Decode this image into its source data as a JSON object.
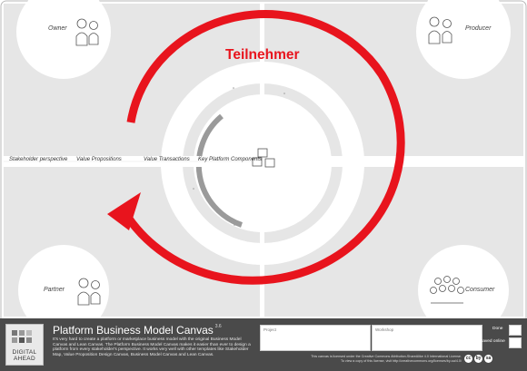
{
  "canvas": {
    "corners": {
      "owner": "Owner",
      "producer": "Producer",
      "partner": "Partner",
      "consumer": "Consumer"
    },
    "axis_labels": {
      "stakeholder_perspective": "Stakeholder perspective",
      "value_propositions": "Value Propositions",
      "value_transactions": "Value Transactions",
      "key_platform_components": "Key Platform Components"
    },
    "annotation": "Teilnehmer",
    "colors": {
      "annotation_red": "#e8141d",
      "panel_grey": "#e6e6e6",
      "footer_bg": "#4a4a4a"
    }
  },
  "footer": {
    "logo_text_line1": "DIGITAL",
    "logo_text_line2": "AHEAD",
    "title": "Platform Business Model Canvas",
    "version": "3.6",
    "description": "It's very hard to create a platform or marketplace business model with the original Business Model Canvas and Lean Canvas. The Platform Business Model Canvas makes it easier than ever to design a platform from every stakeholder's perspective. It works very well with other templates like Stakeholder Map, Value Proposition Design Canvas, Business Model Canvas and Lean Canvas.",
    "project_label": "Project",
    "workshop_label": "Workshop",
    "done_label": "Done",
    "saved_online_label": "Saved online",
    "license_line1": "This canvas is licensed under the Creative Commons Attribution-ShareAlike 4.0 International License.",
    "license_line2": "To view a copy of this license, visit http://creativecommons.org/licenses/by-sa/4.0/",
    "cc_icons": [
      "cc",
      "by",
      "sa"
    ]
  }
}
